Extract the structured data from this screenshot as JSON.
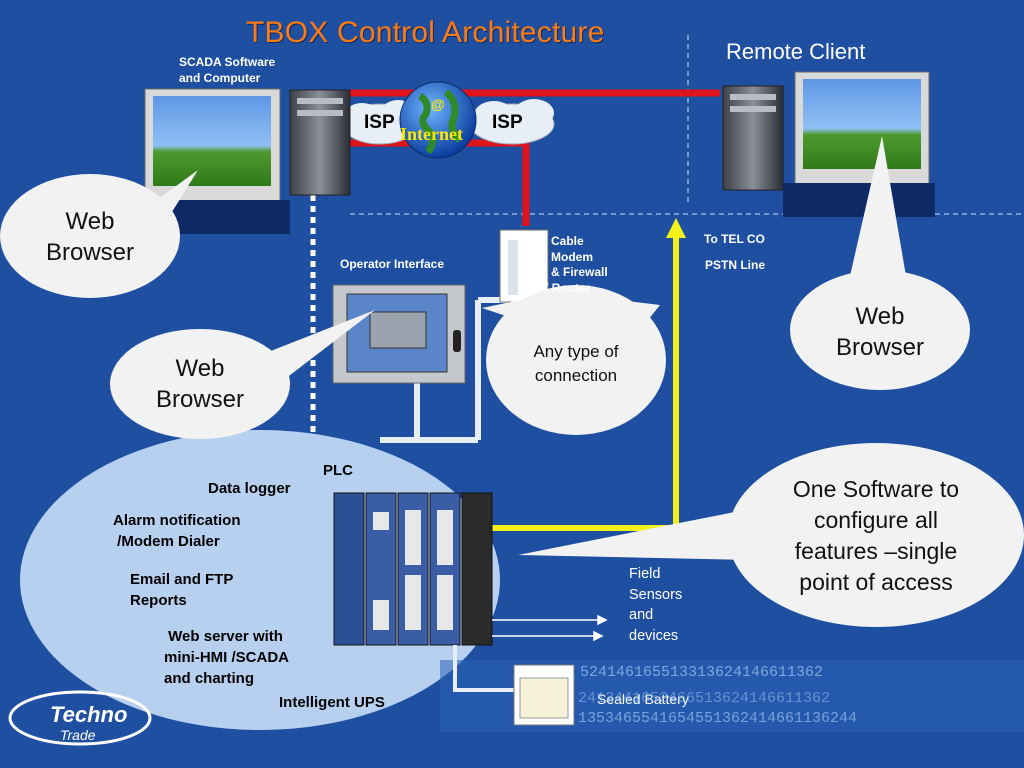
{
  "title": "TBOX Control Architecture",
  "labels": {
    "scada": [
      "SCADA Software",
      "and Computer"
    ],
    "remote_client": "Remote Client",
    "isp_left": "ISP",
    "isp_right": "ISP",
    "internet": "Internet",
    "internet_at": "@",
    "cable_modem": [
      "Cable",
      "Modem",
      "& Firewall",
      "/ Router"
    ],
    "operator_interface": "Operator Interface",
    "to_tel_co": "To TEL CO",
    "pstn_line": "PSTN Line",
    "plc": "PLC",
    "field_sensors": [
      "Field",
      "Sensors",
      "and",
      "devices"
    ],
    "sealed_battery": "Sealed Battery",
    "logo": [
      "Techno",
      "Trade"
    ]
  },
  "bubbles": {
    "web_browser_left": [
      "Web",
      "Browser"
    ],
    "web_browser_middle": [
      "Web",
      "Browser"
    ],
    "web_browser_right": [
      "Web",
      "Browser"
    ],
    "any_connection": [
      "Any type of",
      "connection"
    ],
    "one_software": [
      "One Software to",
      "configure all",
      "features –single",
      "point of access"
    ]
  },
  "features": {
    "data_logger": "Data logger",
    "alarm": [
      "Alarm notification",
      " /Modem Dialer"
    ],
    "email": [
      "Email and FTP",
      "Reports"
    ],
    "web_server": [
      " Web server with",
      "mini-HMI /SCADA",
      "and charting"
    ],
    "ups": "Intelligent UPS"
  },
  "decor_digits": [
    "524146165513313624146611362",
    "2412441652466513624146611362",
    "1353465541654551362414661136244"
  ],
  "colors": {
    "background": "#1e4fa0",
    "title": "#ff7a10",
    "internet_link": "#e0121a",
    "pstn_link": "#f2f21a",
    "bubble": "#f2f2f2",
    "plc_ellipse": "#b8d0f0"
  }
}
